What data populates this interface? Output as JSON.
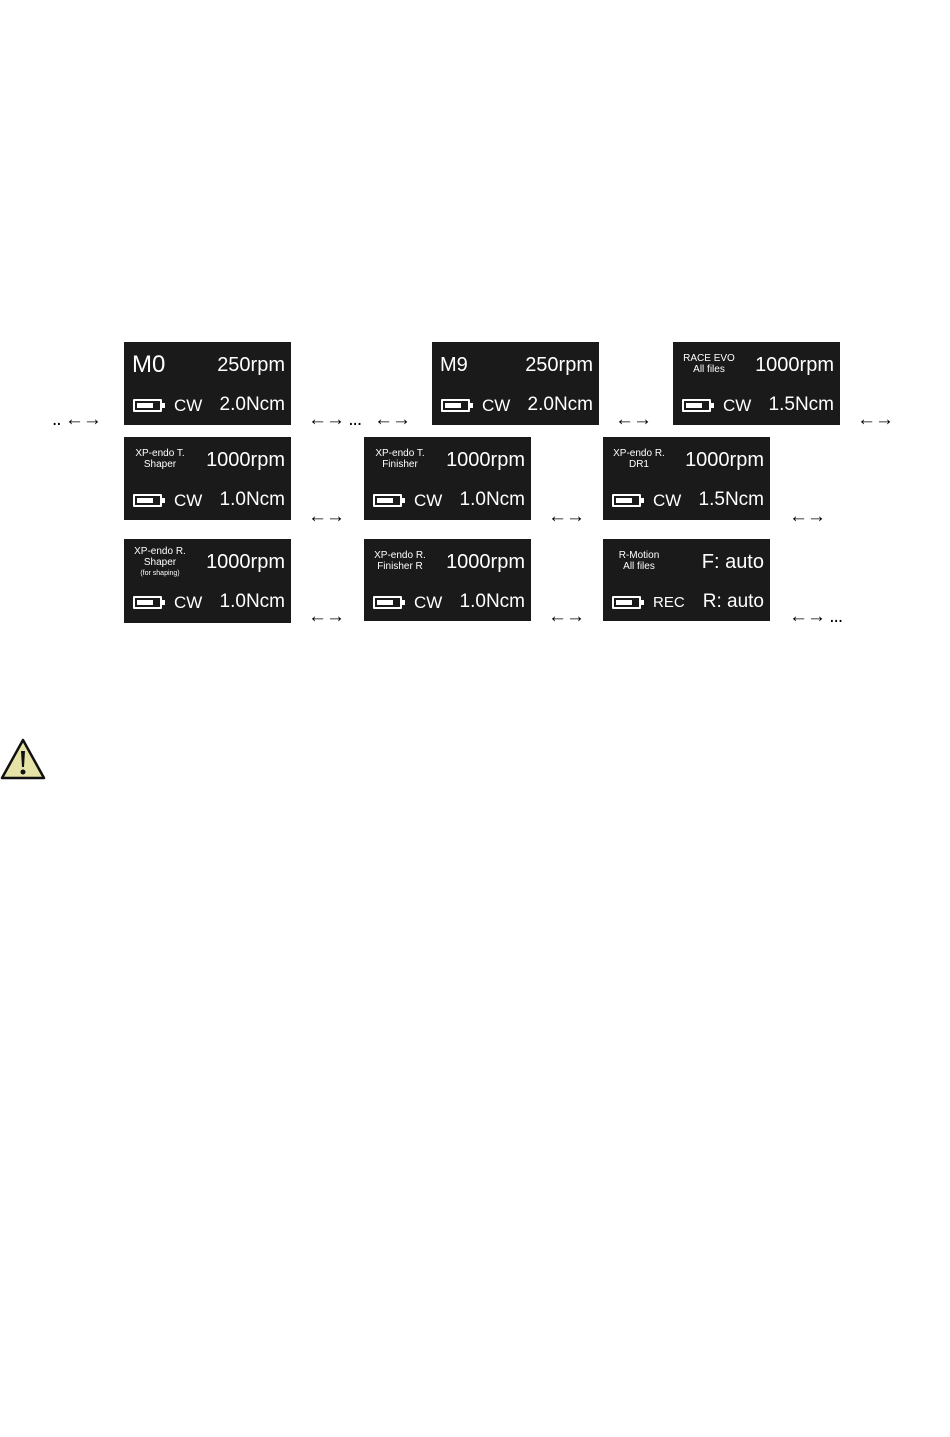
{
  "screens": [
    {
      "big": "M0",
      "speed": "250rpm",
      "dir": "CW",
      "torque": "2.0Ncm"
    },
    {
      "big": "M9",
      "speed": "250rpm",
      "dir": "CW",
      "torque": "2.0Ncm"
    },
    {
      "name1": "RACE EVO",
      "name2": "All files",
      "speed": "1000rpm",
      "dir": "CW",
      "torque": "1.5Ncm"
    },
    {
      "name1": "XP-endo T.",
      "name2": "Shaper",
      "speed": "1000rpm",
      "dir": "CW",
      "torque": "1.0Ncm"
    },
    {
      "name1": "XP-endo T.",
      "name2": "Finisher",
      "speed": "1000rpm",
      "dir": "CW",
      "torque": "1.0Ncm"
    },
    {
      "name1": "XP-endo R.",
      "name2": "DR1",
      "speed": "1000rpm",
      "dir": "CW",
      "torque": "1.5Ncm"
    },
    {
      "name1": "XP-endo R.",
      "name2": "Shaper",
      "name3": "(for shaping)",
      "speed": "1000rpm",
      "dir": "CW",
      "torque": "1.0Ncm"
    },
    {
      "name1": "XP-endo R.",
      "name2": "Finisher R",
      "speed": "1000rpm",
      "dir": "CW",
      "torque": "1.0Ncm"
    },
    {
      "name1": "R-Motion",
      "name2": "All files",
      "speed": "F: auto",
      "dir": "REC",
      "torque": "R: auto"
    }
  ],
  "arrows": {
    "start": ".. ←→",
    "mid_ellipsis_left": "←→ ...",
    "mid_ellipsis_right": "←→",
    "plain": "←→",
    "end": "←→ ..."
  },
  "icons": {
    "warning": "warning-triangle-icon",
    "battery": "battery-icon"
  },
  "colors": {
    "screen_bg": "#1b1a1a",
    "warning_fill": "#e6e3a6"
  }
}
